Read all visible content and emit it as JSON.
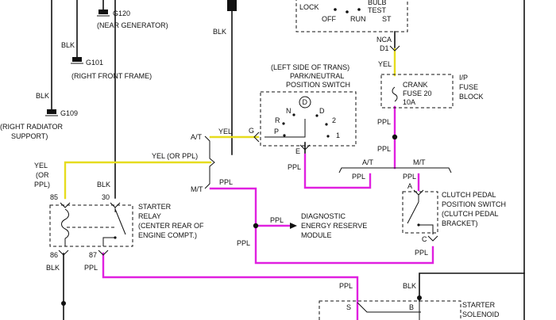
{
  "labels": {
    "lock": "LOCK",
    "bulb_test_1": "BULB",
    "bulb_test_2": "TEST",
    "off": "OFF",
    "run": "RUN",
    "start": "ST",
    "g120": "G120",
    "g120_loc": "(NEAR GENERATOR)",
    "g101": "G101",
    "g101_loc": "(RIGHT FRONT FRAME)",
    "g109": "G109",
    "g109_loc_1": "(RIGHT RADIATOR",
    "g109_loc_2": "SUPPORT)",
    "blk": "BLK",
    "nca": "NCA",
    "d1": "D1",
    "yel": "YEL",
    "ppl": "PPL",
    "crank_fuse_1": "CRANK",
    "crank_fuse_2": "FUSE 20",
    "crank_fuse_3": "10A",
    "ip_fuse_1": "I/P",
    "ip_fuse_2": "FUSE",
    "ip_fuse_3": "BLOCK",
    "trans_1": "(LEFT SIDE OF TRANS)",
    "trans_2": "PARK/NEUTRAL",
    "trans_3": "POSITION SWITCH",
    "pos_n": "N",
    "pos_d_circle": "D",
    "pos_d": "D",
    "pos_r": "R",
    "pos_2": "2",
    "pos_p": "P",
    "pos_1": "1",
    "term_g": "G",
    "term_e": "E",
    "at": "A/T",
    "mt": "M/T",
    "yel_or_ppl": "YEL (OR PPL)",
    "yel_left_1": "YEL",
    "yel_left_2": "(OR",
    "yel_left_3": "PPL)",
    "term_85": "85",
    "term_30": "30",
    "term_86": "86",
    "term_87": "87",
    "starter_relay_1": "STARTER",
    "starter_relay_2": "RELAY",
    "starter_relay_3": "(CENTER REAR OF",
    "starter_relay_4": "ENGINE COMPT.)",
    "diag_1": "DIAGNOSTIC",
    "diag_2": "ENERGY RESERVE",
    "diag_3": "MODULE",
    "clutch_1": "CLUTCH PEDAL",
    "clutch_2": "POSITION SWITCH",
    "clutch_3": "(CLUTCH PEDAL",
    "clutch_4": "BRACKET)",
    "term_a": "A",
    "term_c": "C",
    "term_s": "S",
    "term_b": "B",
    "starter_sol_1": "STARTER",
    "starter_sol_2": "SOLENOID"
  },
  "colors": {
    "blk": "#111111",
    "ppl": "#e020e0",
    "yel": "#e6dc1e"
  }
}
